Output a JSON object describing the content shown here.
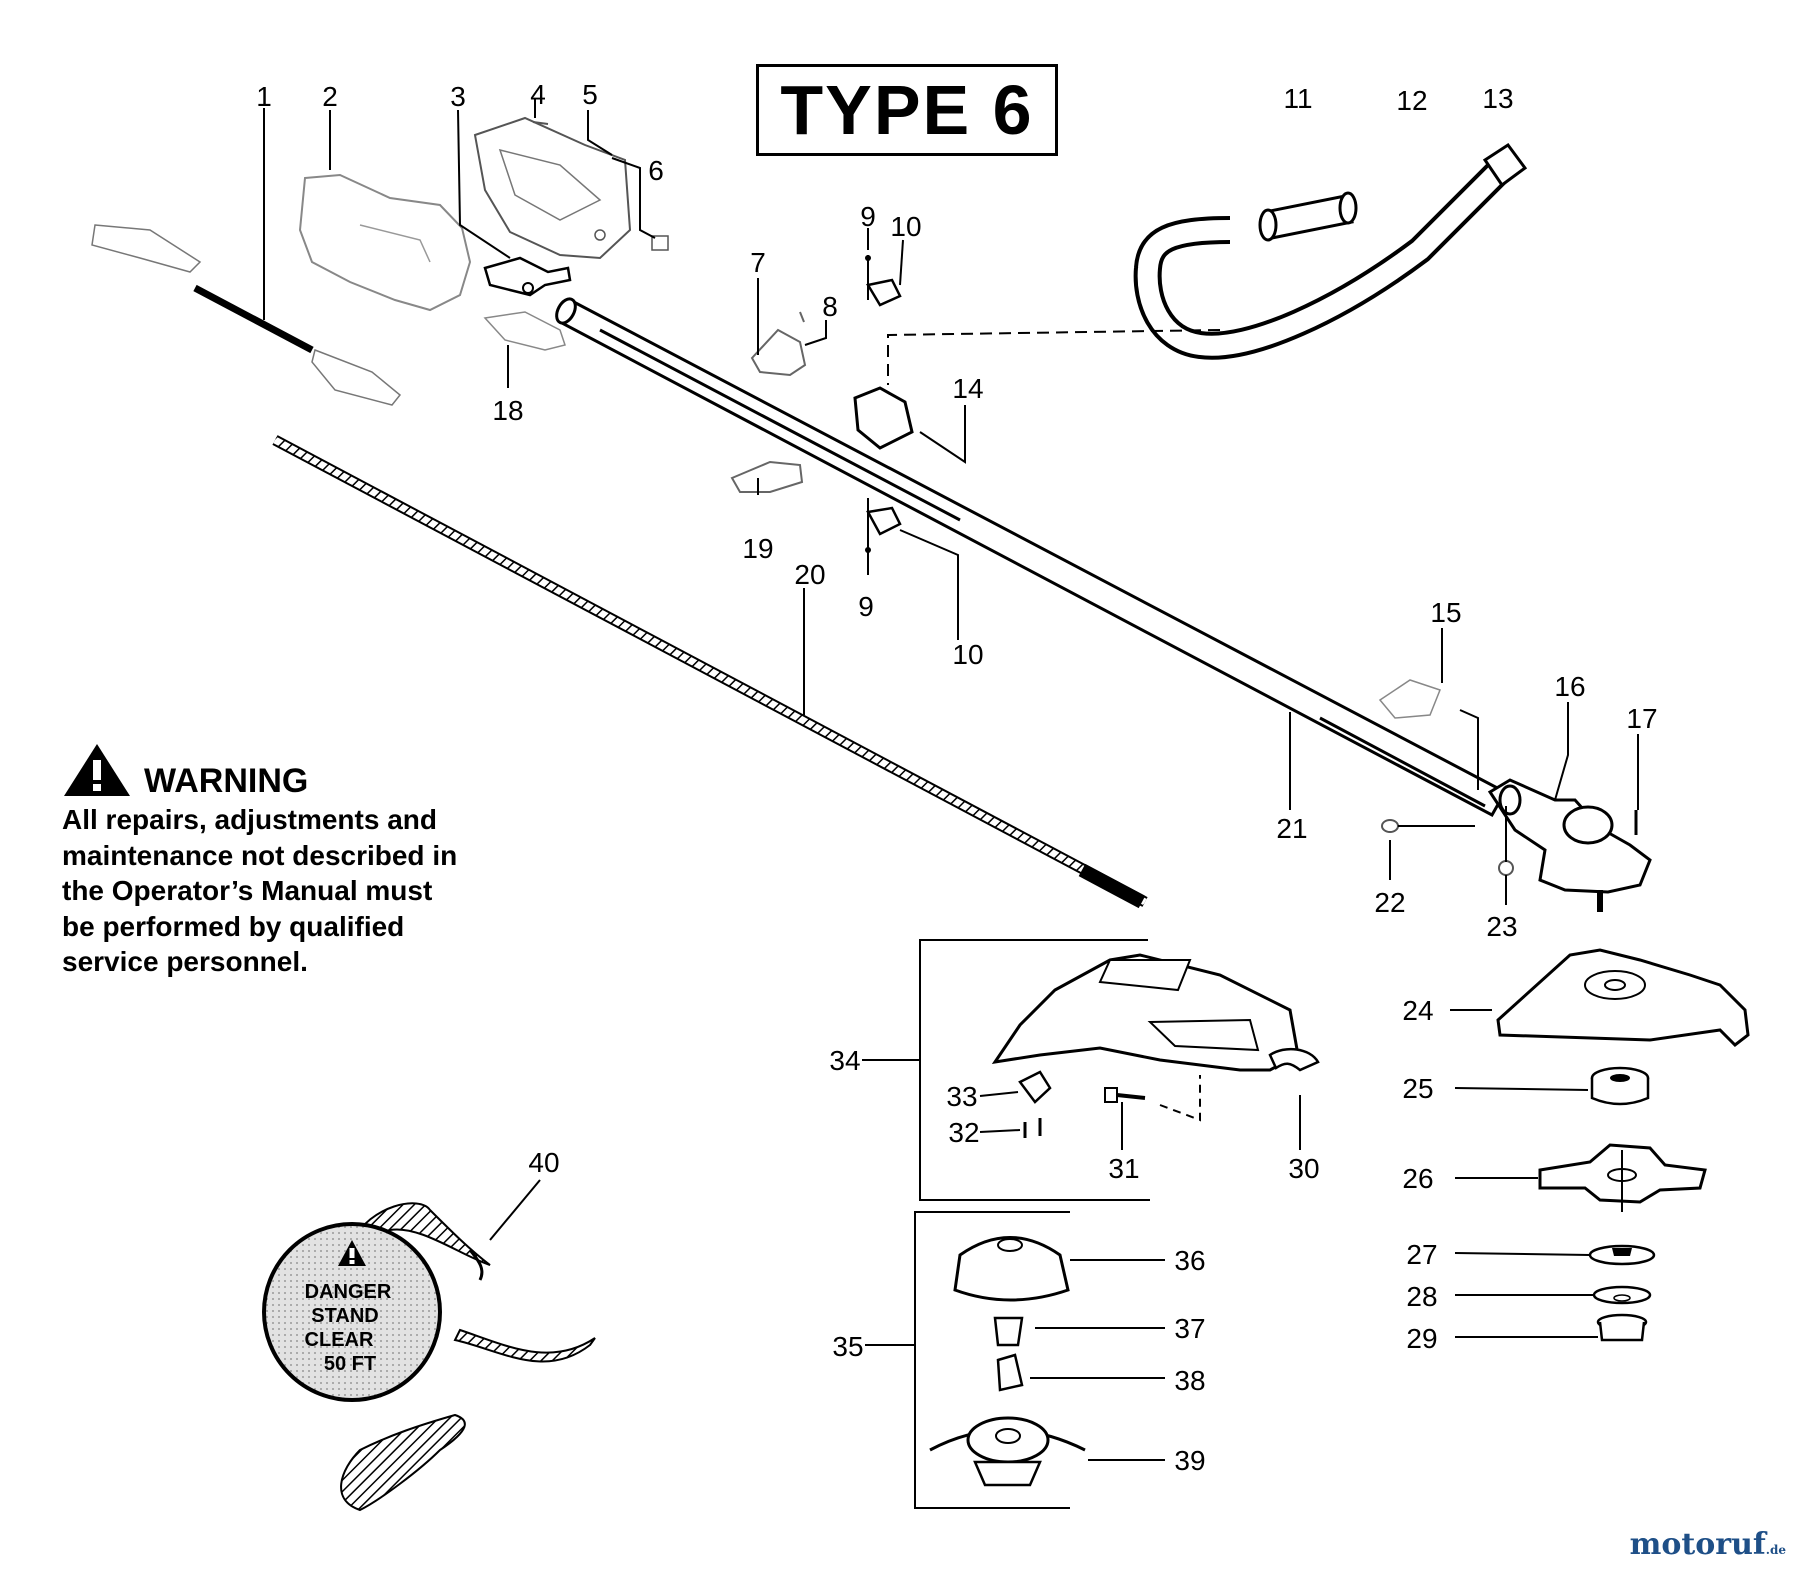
{
  "header": {
    "type_label": "TYPE 6"
  },
  "warning": {
    "title": "WARNING",
    "lines": [
      "All repairs, adjustments and",
      "maintenance not described in",
      "the Operator’s Manual must",
      "be performed by qualified",
      "service personnel."
    ]
  },
  "decal": {
    "lines": [
      "DANGER",
      "STAND",
      "CLEAR",
      "50 FT"
    ]
  },
  "callouts": [
    "1",
    "2",
    "3",
    "4",
    "5",
    "6",
    "7",
    "8",
    "9",
    "10",
    "11",
    "12",
    "13",
    "14",
    "18",
    "9",
    "10",
    "19",
    "20",
    "15",
    "16",
    "17",
    "21",
    "22",
    "23",
    "24",
    "25",
    "26",
    "27",
    "28",
    "29",
    "34",
    "33",
    "32",
    "31",
    "30",
    "35",
    "36",
    "37",
    "38",
    "39",
    "40"
  ],
  "brand": {
    "name": "motoruf",
    "suffix": ".de"
  },
  "colors": {
    "line": "#000000",
    "brand": "#1e4f87"
  }
}
